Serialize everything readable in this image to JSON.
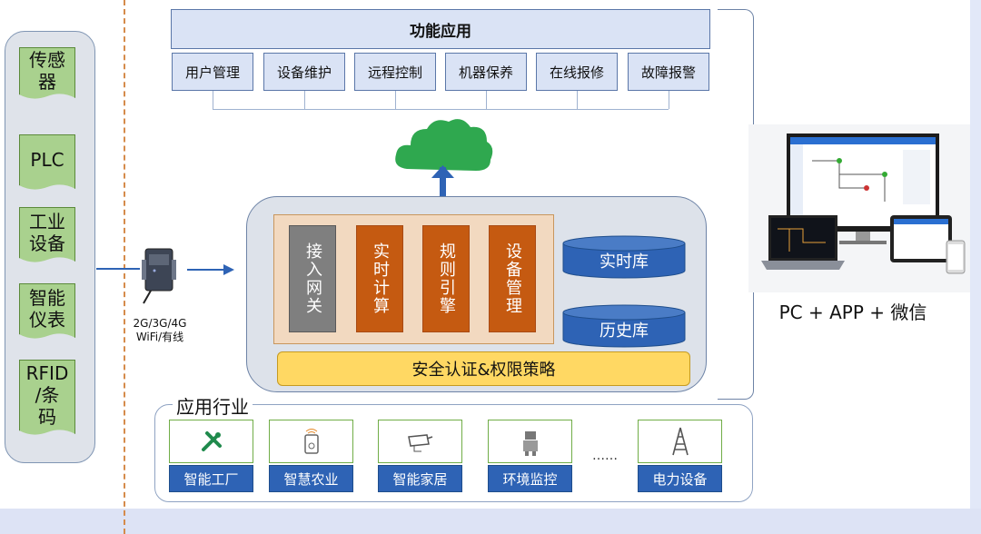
{
  "sensors": [
    "传感\n器",
    "PLC",
    "工业\n设备",
    "智能\n仪表",
    "RFID\n/条\n码"
  ],
  "function_title": "功能应用",
  "functions": [
    "用户管理",
    "设备维护",
    "远程控制",
    "机器保养",
    "在线报修",
    "故障报警"
  ],
  "modules": [
    "接入网关",
    "实时计算",
    "规则引擎",
    "设备管理"
  ],
  "databases": [
    "实时库",
    "历史库"
  ],
  "security": "安全认证&权限策略",
  "gateway_label": "2G/3G/4G\nWiFi/有线",
  "devices_label": "PC + APP + 微信",
  "industry_title": "应用行业",
  "industries": [
    "智能工厂",
    "智慧农业",
    "智能家居",
    "环境监控",
    "电力设备"
  ],
  "ellipsis": "……",
  "colors": {
    "module_gray": "#7f7f7f",
    "module_orange": "#c55a11",
    "db_blue": "#2e63b5",
    "security_yellow": "#ffd863",
    "cloud_green": "#2fa84f",
    "arrow_blue": "#2e63b5"
  }
}
